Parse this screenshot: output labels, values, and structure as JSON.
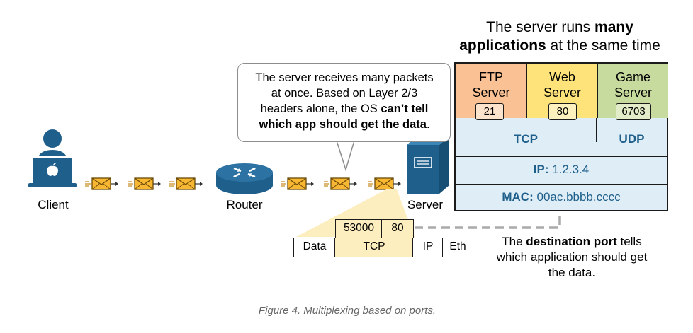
{
  "headline": {
    "part1": "The server runs ",
    "bold1": "many",
    "bold2": "applications",
    "part2": " at the same time"
  },
  "stack": {
    "apps": [
      {
        "name_line1": "FTP",
        "name_line2": "Server",
        "port": "21",
        "color": "#f9c194"
      },
      {
        "name_line1": "Web",
        "name_line2": "Server",
        "port": "80",
        "color": "#fde37a"
      },
      {
        "name_line1": "Game",
        "name_line2": "Server",
        "port": "6703",
        "color": "#c8db9e"
      }
    ],
    "transport": {
      "tcp": "TCP",
      "udp": "UDP"
    },
    "ip": {
      "label": "IP:",
      "value": "1.2.3.4"
    },
    "mac": {
      "label": "MAC:",
      "value": "00ac.bbbb.cccc"
    },
    "layer_color": "#dfeef6",
    "text_color": "#1f5f8b"
  },
  "callout": {
    "line1": "The server receives many packets",
    "line2": "at once. Based on Layer 2/3",
    "line3_pre": "headers alone, the OS ",
    "line3_bold": "can’t tell",
    "line4_bold": "which app should get the data",
    "line4_post": "."
  },
  "nodes": {
    "client": "Client",
    "router": "Router",
    "server": "Server"
  },
  "packet_header": {
    "src_port": "53000",
    "dst_port": "80",
    "fields": [
      "Data",
      "TCP",
      "IP",
      "Eth"
    ],
    "highlight_color": "#fdeec0"
  },
  "destination_note": {
    "pre": "The ",
    "bold": "destination port",
    "line1_post": " tells",
    "line2": "which application should get",
    "line3": "the data."
  },
  "caption": "Figure 4. Multiplexing based on ports.",
  "icons": [
    "client-laptop-user-icon",
    "router-icon",
    "server-icon",
    "envelope-packet-icon"
  ]
}
